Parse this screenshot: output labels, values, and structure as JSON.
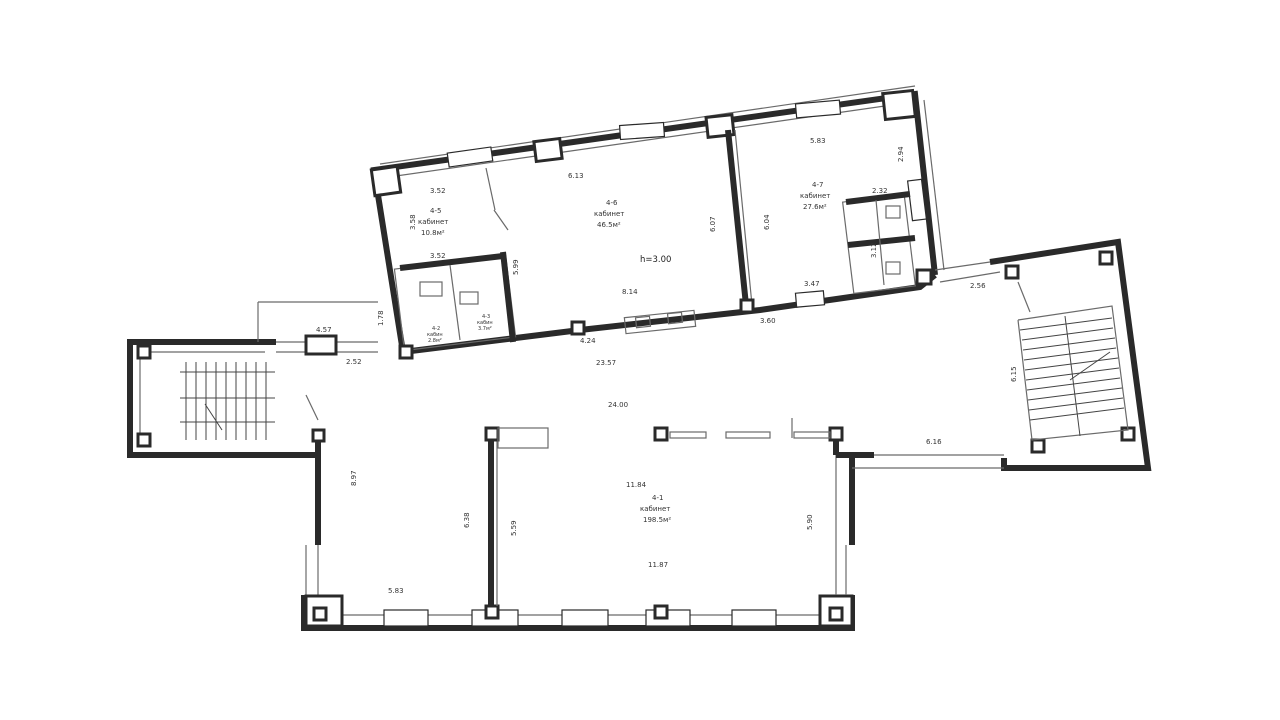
{
  "plan": {
    "height_label": "h=3.00",
    "rooms": {
      "r1": {
        "num": "4-1",
        "name": "кабинет",
        "area": "198.5м²"
      },
      "r5": {
        "num": "4-5",
        "name": "кабинет",
        "area": "10.8м²"
      },
      "r6": {
        "num": "4-6",
        "name": "кабинет",
        "area": "46.5м²"
      },
      "r7": {
        "num": "4-7",
        "name": "кабинет",
        "area": "27.6м²"
      },
      "r2": {
        "num": "4-2",
        "name": "кабин",
        "area": "2.8м²"
      },
      "r3": {
        "num": "4-3",
        "name": "кабин",
        "area": "3.7м²"
      }
    },
    "dims": {
      "d3_52a": "3.52",
      "d6_13": "6.13",
      "d5_83top": "5.83",
      "d3_58": "3.58",
      "d3_52b": "3.52",
      "d5_99": "5.99",
      "d6_07": "6.07",
      "d6_04": "6.04",
      "d2_94": "2.94",
      "d2_32": "2.32",
      "d3_12": "3.12",
      "d8_14": "8.14",
      "d3_47": "3.47",
      "d3_60": "3.60",
      "d4_24": "4.24",
      "d2_56": "2.56",
      "d1_78": "1.78",
      "d4_57": "4.57",
      "d2_52": "2.52",
      "d23_57": "23.57",
      "d24_00": "24.00",
      "d6_15": "6.15",
      "d6_16": "6.16",
      "d8_97": "8.97",
      "d6_38": "6.38",
      "d5_59": "5.59",
      "d11_84": "11.84",
      "d5_90": "5.90",
      "d11_87": "11.87",
      "d5_83bot": "5.83"
    }
  }
}
